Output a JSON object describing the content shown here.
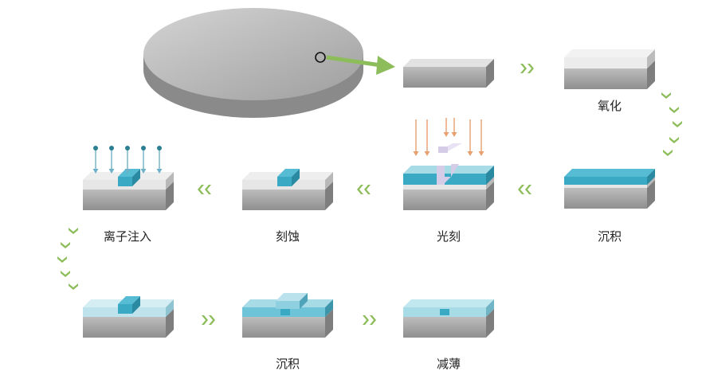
{
  "diagram": {
    "steps": [
      {
        "id": "wafer-slice",
        "label": ""
      },
      {
        "id": "oxidation",
        "label": "氧化"
      },
      {
        "id": "deposition-1",
        "label": "沉积"
      },
      {
        "id": "photolithography",
        "label": "光刻"
      },
      {
        "id": "etching",
        "label": "刻蚀"
      },
      {
        "id": "ion-implantation",
        "label": "离子注入"
      },
      {
        "id": "implanted-result",
        "label": ""
      },
      {
        "id": "deposition-2",
        "label": "沉积"
      },
      {
        "id": "thinning",
        "label": "减薄"
      }
    ],
    "colors": {
      "silicon": "#c8c8c8",
      "oxide": "#e4e4e4",
      "film": "#3aa9c4",
      "film_light": "#a7dbe6",
      "mask": "#d5cde8",
      "light_arrow": "#e8a070",
      "ion_arrow": "#6fb1c7",
      "flow_arrow": "#8cbd5a"
    }
  }
}
